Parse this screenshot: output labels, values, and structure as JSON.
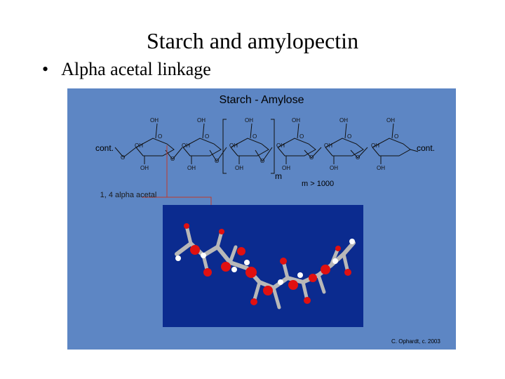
{
  "slide": {
    "title": "Starch and amylopectin",
    "bullet_char": "•",
    "bullet_text": "Alpha acetal linkage"
  },
  "figure": {
    "title": "Starch - Amylose",
    "cont_left": "cont.",
    "cont_right": "cont.",
    "repeat_label": "m",
    "repeat_condition": "m > 1000",
    "linkage_label": "1, 4 alpha acetal",
    "credit": "C. Ophardt, c. 2003",
    "group_oh": "OH",
    "group_o": "O",
    "colors": {
      "background": "#5d86c4",
      "molecule_panel": "#0b2b8f",
      "pointer_line": "#c0392b",
      "oxygen_atom": "#e01010",
      "carbon_atom": "#b8b8b8",
      "hydrogen_atom": "#ffffff"
    }
  }
}
